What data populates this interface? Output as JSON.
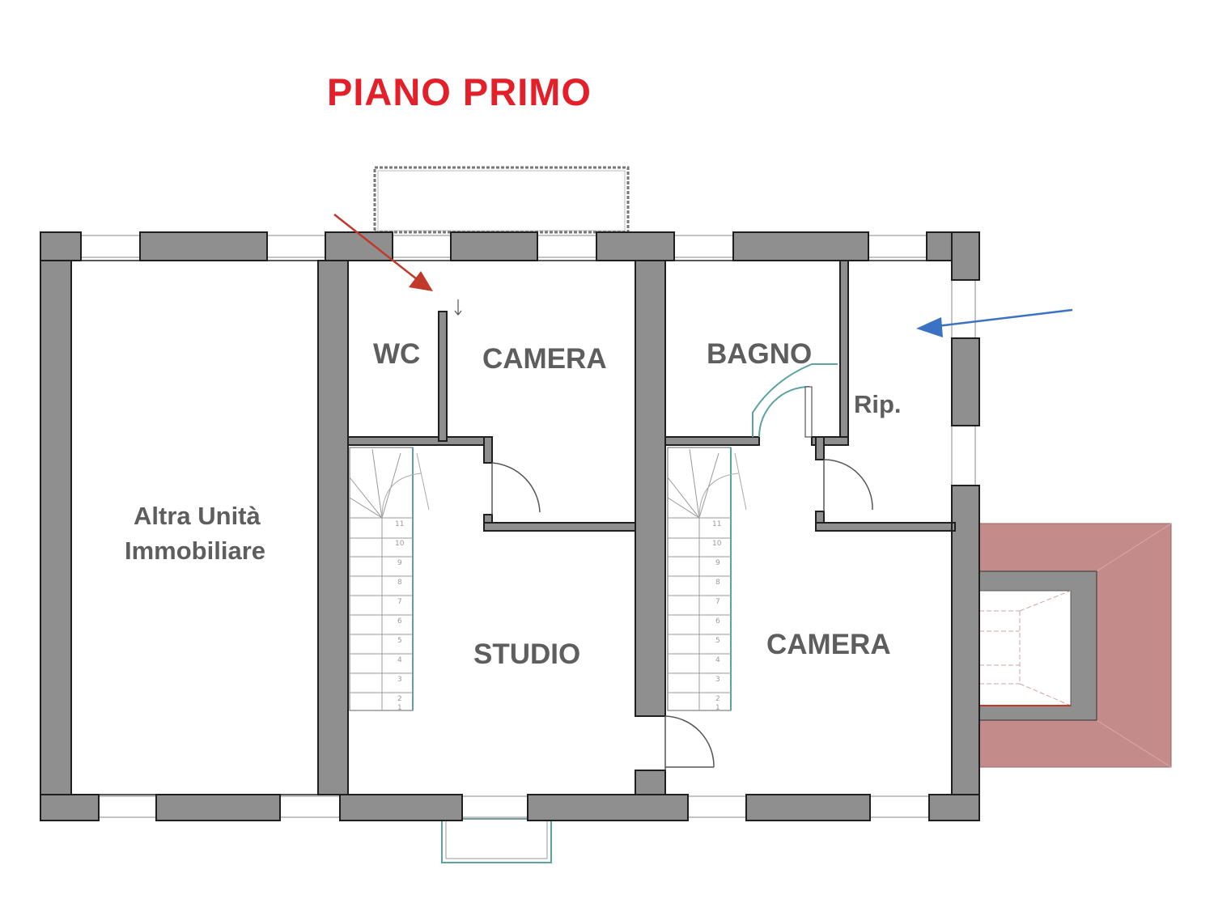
{
  "plan": {
    "title": "PIANO PRIMO",
    "rooms": {
      "wc": "WC",
      "camera_top": "CAMERA",
      "bagno": "BAGNO",
      "ripostiglio": "Rip.",
      "altra_unita_line1": "Altra Unità",
      "altra_unita_line2": "Immobiliare",
      "studio": "STUDIO",
      "camera_bottom": "CAMERA"
    },
    "stairs_steps": [
      "1",
      "2",
      "3",
      "4",
      "5",
      "6",
      "7",
      "8",
      "9",
      "10",
      "11"
    ]
  },
  "colors": {
    "title": "#e3202a",
    "wall": "#8f8f8f",
    "wall_stroke": "#1f1f1f",
    "label": "#5e5e5e",
    "window_line": "#b0b0b0",
    "red_arrow": "#c0392b",
    "blue_arrow": "#3b73c4",
    "roof": "#c48b8b",
    "teal": "#5aa5a0"
  }
}
